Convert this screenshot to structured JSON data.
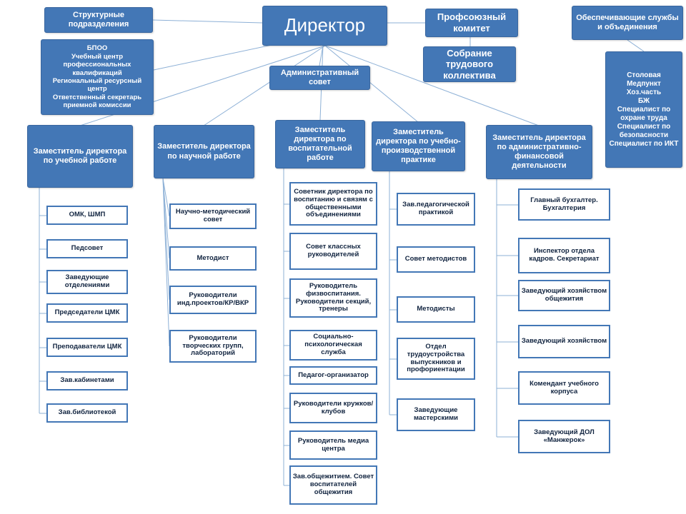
{
  "colors": {
    "node_blue": "#4377b6",
    "node_border": "#4377b6",
    "connector_line": "#8db0d6",
    "text_on_blue": "#ffffff",
    "text_dark": "#10233f"
  },
  "top": {
    "structural_units": "Структурные подразделения",
    "director": "Директор",
    "union_committee": "Профсоюзный комитет",
    "support_services": "Обеспечивающие службы и объединения",
    "bpoo": "БПОО\nУчебный центр профессиональных квалификаций\nРегиональный ресурсный центр\nОтветственный секретарь приемной комиссии",
    "admin_council": "Административный совет",
    "labor_assembly": "Собрание трудового коллектива",
    "services_list": "Столовая\nМедпункт\nХоз.часть\nБЖ\nСпециалист по охране труда\nСпециалист по безопасности\nСпециалист по ИКТ"
  },
  "deputies": [
    {
      "label": "Заместитель директора по учебной работе",
      "children": [
        "ОМК, ШМП",
        "Педсовет",
        "Заведующие отделениями",
        "Председатели ЦМК",
        "Преподаватели ЦМК",
        "Зав.кабинетами",
        "Зав.библиотекой"
      ]
    },
    {
      "label": "Заместитель директора по научной работе",
      "children": [
        "Научно-методический совет",
        "Методист",
        "Руководители инд.проектов/КР/ВКР",
        "Руководители творческих групп, лабораторий"
      ]
    },
    {
      "label": "Заместитель директора по воспитательной работе",
      "children": [
        "Советник директора по воспитанию и связям с общественными объединениями",
        "Совет классных руководителей",
        "Руководитель физвоспитания. Руководители секций, тренеры",
        "Социально-психологическая служба",
        "Педагог-организатор",
        "Руководители кружков/клубов",
        "Руководитель медиа центра",
        "Зав.общежитием. Совет воспитателей общежития"
      ]
    },
    {
      "label": "Заместитель директора по учебно-производственной практике",
      "children": [
        "Зав.педагогической практикой",
        "Совет методистов",
        "Методисты",
        "Отдел трудоустройства выпускников и профориентации",
        "Заведующие мастерскими"
      ]
    },
    {
      "label": "Заместитель директора по административно-финансовой деятельности",
      "children": [
        "Главный бухгалтер. Бухгалтерия",
        "Инспектор отдела кадров. Секретариат",
        "Заведующий хозяйством общежития",
        "Заведующий хозяйством",
        "Комендант учебного корпуса",
        "Заведующий ДОЛ «Манжерок»"
      ]
    }
  ]
}
